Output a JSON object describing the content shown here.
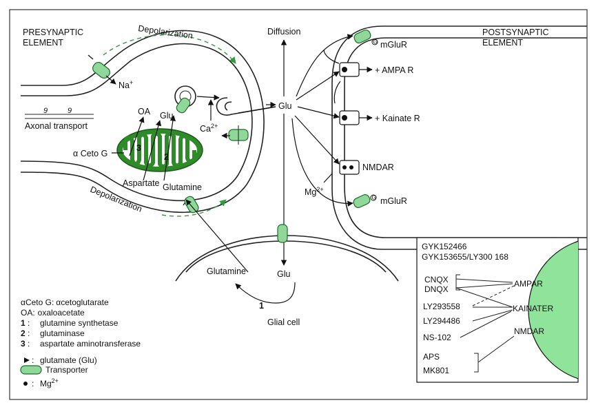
{
  "colors": {
    "transporter_fill": "#8fd89a",
    "mitochondria": "#2f8a2a",
    "depolarization_arrow": "#2e9a3c",
    "postsynaptic_dome": "#8fe39a"
  },
  "labels": {
    "presynaptic_l1": "PRESYNAPTIC",
    "presynaptic_l2": "ELEMENT",
    "postsynaptic_l1": "POSTSYNAPTIC",
    "postsynaptic_l2": "ELEMENT",
    "depolarization_top": "Depolarization",
    "depolarization_bottom": "Depolarization",
    "na": "Na",
    "na_sup": "+",
    "axonal_transport": "Axonal transport",
    "oa": "OA",
    "glu_pre": "Glu",
    "ca": "Ca",
    "ca_sup": "2+",
    "aceto": "α Ceto G",
    "aspartate": "Aspartate",
    "glutamine_pre": "Glutamine",
    "num1": "1",
    "num2": "2",
    "num3": "3",
    "diffusion": "Diffusion",
    "glu_center": "Glu",
    "mglur_top": "mGluR",
    "ampa_r": "+ AMPA R",
    "kainate_r": "+ Kainate R",
    "nmdar": "NMDAR",
    "mg": "Mg",
    "mg_sup": "2+",
    "mglur_bottom": "mGluR",
    "glutamine_glial": "Glutamine",
    "glu_glial": "Glu",
    "glial_cell": "Glial cell",
    "g_symbol": "G"
  },
  "legend": [
    {
      "key": "αCeto G:",
      "text": "αcetoglutarate"
    },
    {
      "key": "OA:",
      "text": "oxaloacetate"
    },
    {
      "key": "1",
      "text": "glutamine synthetase"
    },
    {
      "key": "2",
      "text": "glutaminase"
    },
    {
      "key": "3",
      "text": "aspartate aminotransferase"
    },
    {
      "key": "",
      "text": "glutamate (Glu)"
    },
    {
      "key": "",
      "text": "Transporter"
    },
    {
      "key": "",
      "text": "Mg",
      "sup": "2+"
    }
  ],
  "inset": {
    "drug1": "GYK152466",
    "drug2": "GYK153655/LY300 168",
    "drug3": "CNQX",
    "drug4": "DNQX",
    "drug5": "LY293558",
    "drug6": "LY294486",
    "drug7": "NS-102",
    "drug8": "APS",
    "drug9": "MK801",
    "rec1": "AMPAR",
    "rec2": "KAINATER",
    "rec3": "NMDAR"
  }
}
